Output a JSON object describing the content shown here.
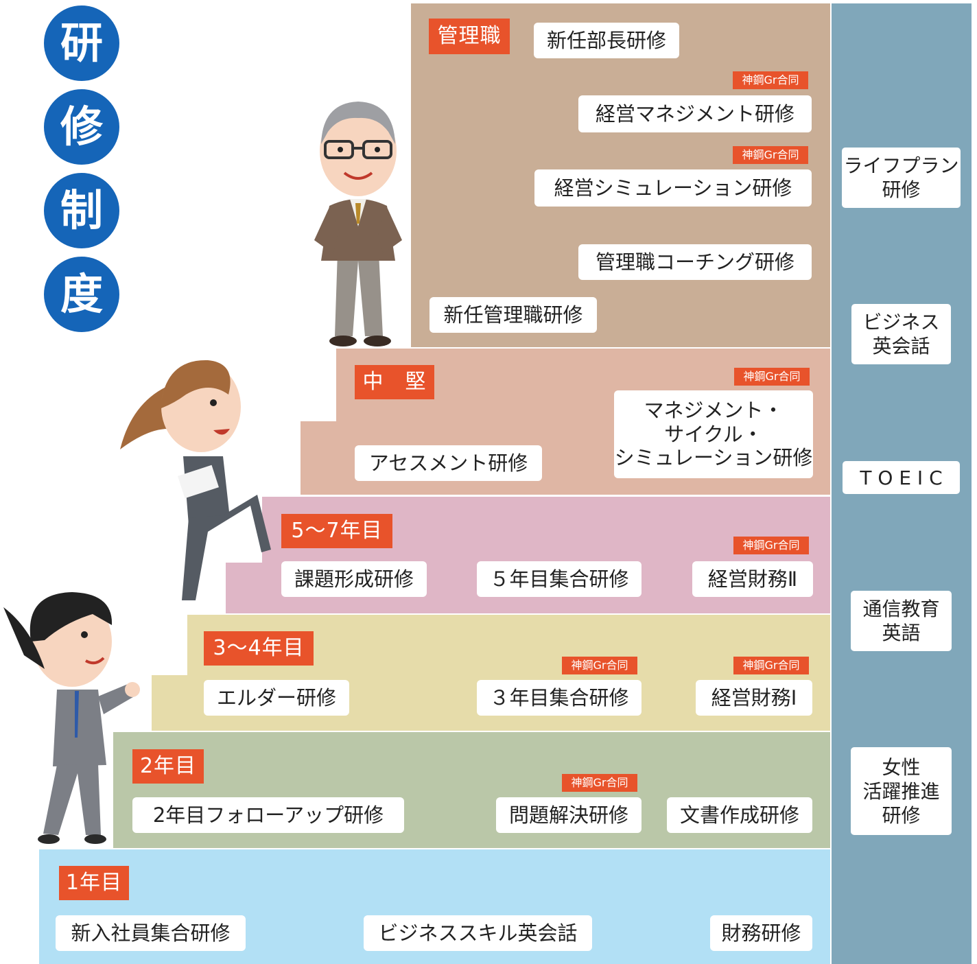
{
  "title_chars": [
    "研",
    "修",
    "制",
    "度"
  ],
  "colors": {
    "title_circle": "#1565b8",
    "tag": "#e8532b",
    "level_management": "#c9ae96",
    "level_mid": "#dfb6a4",
    "level_5_7": "#dfb6c6",
    "level_3_4": "#e6dcaa",
    "level_2": "#bac7a8",
    "level_1": "#b2e0f5",
    "side_column": "#80a7ba"
  },
  "badge_text": "神鋼Gr合同",
  "levels": {
    "management": {
      "tag": "管理職",
      "items": [
        "新任部長研修",
        "経営マネジメント研修",
        "経営シミュレーション研修",
        "管理職コーチング研修",
        "新任管理職研修"
      ]
    },
    "mid": {
      "tag": "中　堅",
      "items": [
        "アセスメント研修"
      ],
      "multiline_item": [
        "マネジメント・",
        "サイクル・",
        "シミュレーション研修"
      ]
    },
    "y5_7": {
      "tag": "5～7年目",
      "items": [
        "課題形成研修",
        "５年目集合研修",
        "経営財務Ⅱ"
      ]
    },
    "y3_4": {
      "tag": "3～4年目",
      "items": [
        "エルダー研修",
        "３年目集合研修",
        "経営財務Ⅰ"
      ]
    },
    "y2": {
      "tag": "2年目",
      "items": [
        "2年目フォローアップ研修",
        "問題解決研修",
        "文書作成研修"
      ]
    },
    "y1": {
      "tag": "1年目",
      "items": [
        "新入社員集合研修",
        "ビジネススキル英会話",
        "財務研修"
      ]
    }
  },
  "side_items": [
    [
      "ライフプラン",
      "研修"
    ],
    [
      "ビジネス",
      "英会話"
    ],
    [
      "T O E I C"
    ],
    [
      "通信教育",
      "英語"
    ],
    [
      "女性",
      "活躍推進",
      "研修"
    ]
  ]
}
